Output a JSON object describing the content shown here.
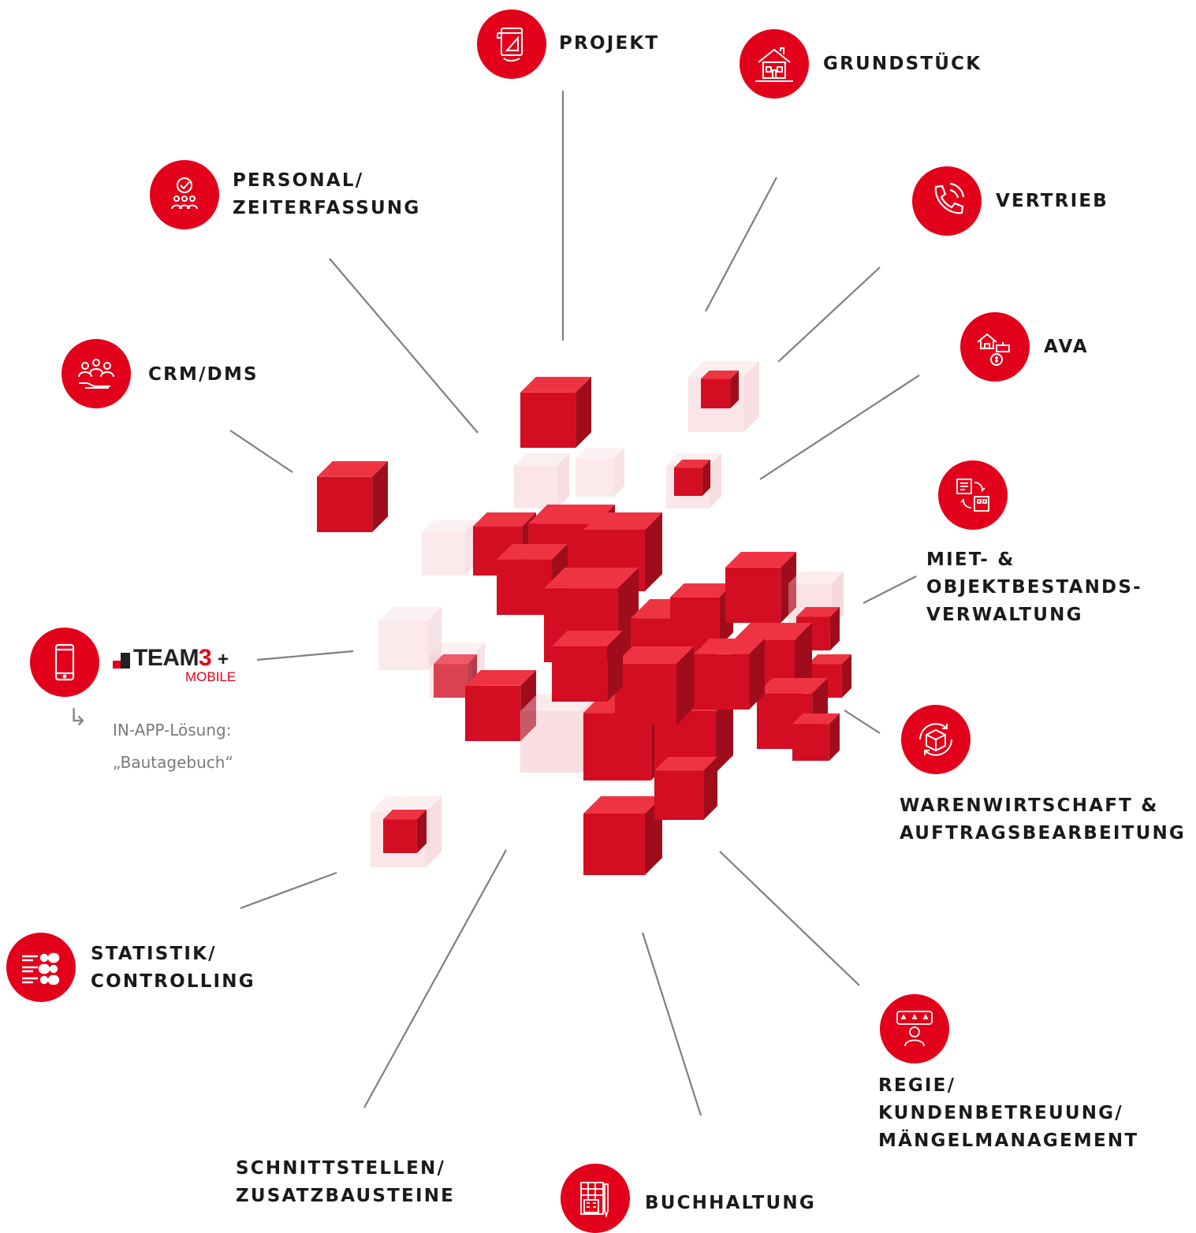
{
  "brand": {
    "primary_color": "#e2001a",
    "line_color": "#7f7f7f"
  },
  "modules": [
    {
      "id": "projekt",
      "icon": "blueprint-icon",
      "lines": [
        "PROJEKT"
      ]
    },
    {
      "id": "grundstueck",
      "icon": "house-plot-icon",
      "lines": [
        "GRUNDSTÜCK"
      ]
    },
    {
      "id": "personal",
      "icon": "team-check-icon",
      "lines": [
        "PERSONAL/",
        "ZEITERFASSUNG"
      ]
    },
    {
      "id": "vertrieb",
      "icon": "phone-icon",
      "lines": [
        "VERTRIEB"
      ]
    },
    {
      "id": "ava",
      "icon": "house-money-icon",
      "lines": [
        "AVA"
      ]
    },
    {
      "id": "crm",
      "icon": "people-hand-icon",
      "lines": [
        "CRM/DMS"
      ]
    },
    {
      "id": "miet",
      "icon": "property-management-icon",
      "lines": [
        "MIET- &",
        "OBJEKTBESTANDS-",
        "VERWALTUNG"
      ]
    },
    {
      "id": "mobile",
      "icon": "smartphone-icon",
      "lines": []
    },
    {
      "id": "warenwirtschaft",
      "icon": "package-cycle-icon",
      "lines": [
        "WARENWIRTSCHAFT &",
        "AUFTRAGSBEARBEITUNG"
      ]
    },
    {
      "id": "statistik",
      "icon": "checklist-icon",
      "lines": [
        "STATISTIK/",
        "CONTROLLING"
      ]
    },
    {
      "id": "regie",
      "icon": "customer-rating-icon",
      "lines": [
        "REGIE/",
        "KUNDENBETREUUNG/",
        "MÄNGELMANAGEMENT"
      ]
    },
    {
      "id": "schnittstellen",
      "icon": "",
      "lines": [
        "SCHNITTSTELLEN/",
        "ZUSATZBAUSTEINE"
      ]
    },
    {
      "id": "buchhaltung",
      "icon": "calculator-icon",
      "lines": [
        "BUCHHALTUNG"
      ]
    }
  ],
  "mobile_logo": {
    "word": "TEAM",
    "digit": "3",
    "plus": "+",
    "sub": "MOBILE"
  },
  "mobile_note": {
    "arrow": "↳",
    "line1": "IN-APP-Lösung:",
    "line2": "„Bautagebuch“"
  }
}
